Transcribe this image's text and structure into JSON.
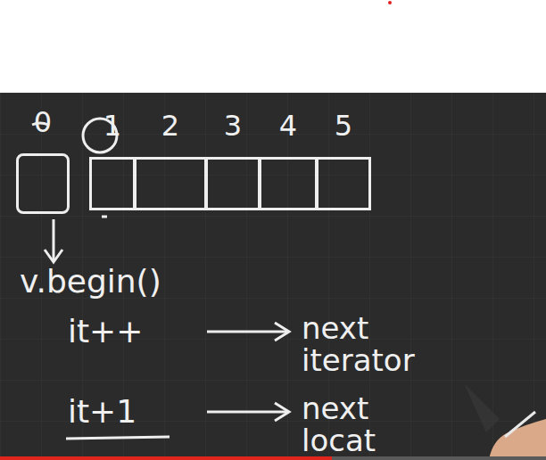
{
  "diagram": {
    "nodes": [
      {
        "text": [
          "0"
        ]
      },
      {
        "text": [
          "1"
        ]
      },
      {
        "text": [
          "2"
        ]
      },
      {
        "text": [
          "3"
        ]
      },
      {
        "text": [
          "4"
        ]
      },
      {
        "text": [
          "5"
        ]
      }
    ],
    "labels": [
      "v.begin()",
      "it++",
      "next iterator",
      "it+1",
      "next locat"
    ]
  }
}
